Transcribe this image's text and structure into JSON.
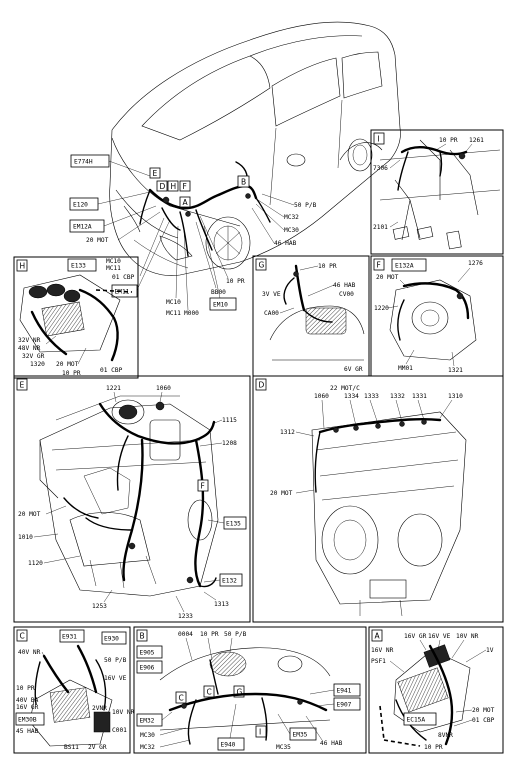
{
  "overview": {
    "boxed_labels": [
      "E774H",
      "E120",
      "EM12A",
      "EM11",
      "EM10"
    ],
    "labels": [
      "20 MOT",
      "01 CBP",
      "MC10",
      "MC11",
      "M000",
      "BB00",
      "10 PR",
      "46 HAB",
      "MC30",
      "MC32",
      "50 P/B"
    ],
    "zone_letters": [
      "E",
      "D",
      "H",
      "F",
      "A",
      "B"
    ]
  },
  "panels": {
    "I": {
      "letter": "I",
      "labels": [
        "10 PR",
        "1261",
        "7306",
        "2101"
      ]
    },
    "H": {
      "letter": "H",
      "boxed_labels": [
        "E133"
      ],
      "labels": [
        "MC10",
        "MC11",
        "32V NR",
        "48V NR",
        "32V GR",
        "1320",
        "20 MOT",
        "10 PR",
        "01 CBP"
      ]
    },
    "G": {
      "letter": "G",
      "labels": [
        "10 PR",
        "3V VE",
        "46 HAB",
        "CV00",
        "CA00",
        "6V GR"
      ]
    },
    "F": {
      "letter": "F",
      "boxed_labels": [
        "E132A"
      ],
      "labels": [
        "1276",
        "20 MOT",
        "1220",
        "MM01",
        "1321"
      ]
    },
    "E": {
      "letter": "E",
      "boxed_labels": [
        "E135",
        "E132"
      ],
      "labels": [
        "1221",
        "1060",
        "1115",
        "1208",
        "F",
        "20 MOT",
        "1010",
        "1120",
        "1313",
        "1253",
        "1233"
      ]
    },
    "D": {
      "letter": "D",
      "labels": [
        "22 MOT/C",
        "1060",
        "1334",
        "1333",
        "1332",
        "1331",
        "1310",
        "1312",
        "20 MOT"
      ]
    },
    "C": {
      "letter": "C",
      "boxed_labels": [
        "E931",
        "E930",
        "EM30B"
      ],
      "labels": [
        "40V NR",
        "50 P/B",
        "16V VE",
        "10 PR",
        "40V BA",
        "16V GR",
        "45 HAB",
        "BS11",
        "2V GR",
        "2VNR",
        "10V NR",
        "C001"
      ]
    },
    "B": {
      "letter": "B",
      "boxed_labels": [
        "E905",
        "E906",
        "EM32",
        "E940",
        "E941",
        "E907",
        "EM35"
      ],
      "labels": [
        "0004",
        "10 PR",
        "50 P/B",
        "MC30",
        "MC32",
        "MC35",
        "46 HAB"
      ]
    },
    "A": {
      "letter": "A",
      "boxed_labels": [
        "EC15A"
      ],
      "labels": [
        "16V GR",
        "16V VE",
        "10V NR",
        "16V NR",
        "PSF1",
        "1V",
        "20 MOT",
        "01 CBP",
        "8VNR",
        "10 PR"
      ]
    }
  }
}
